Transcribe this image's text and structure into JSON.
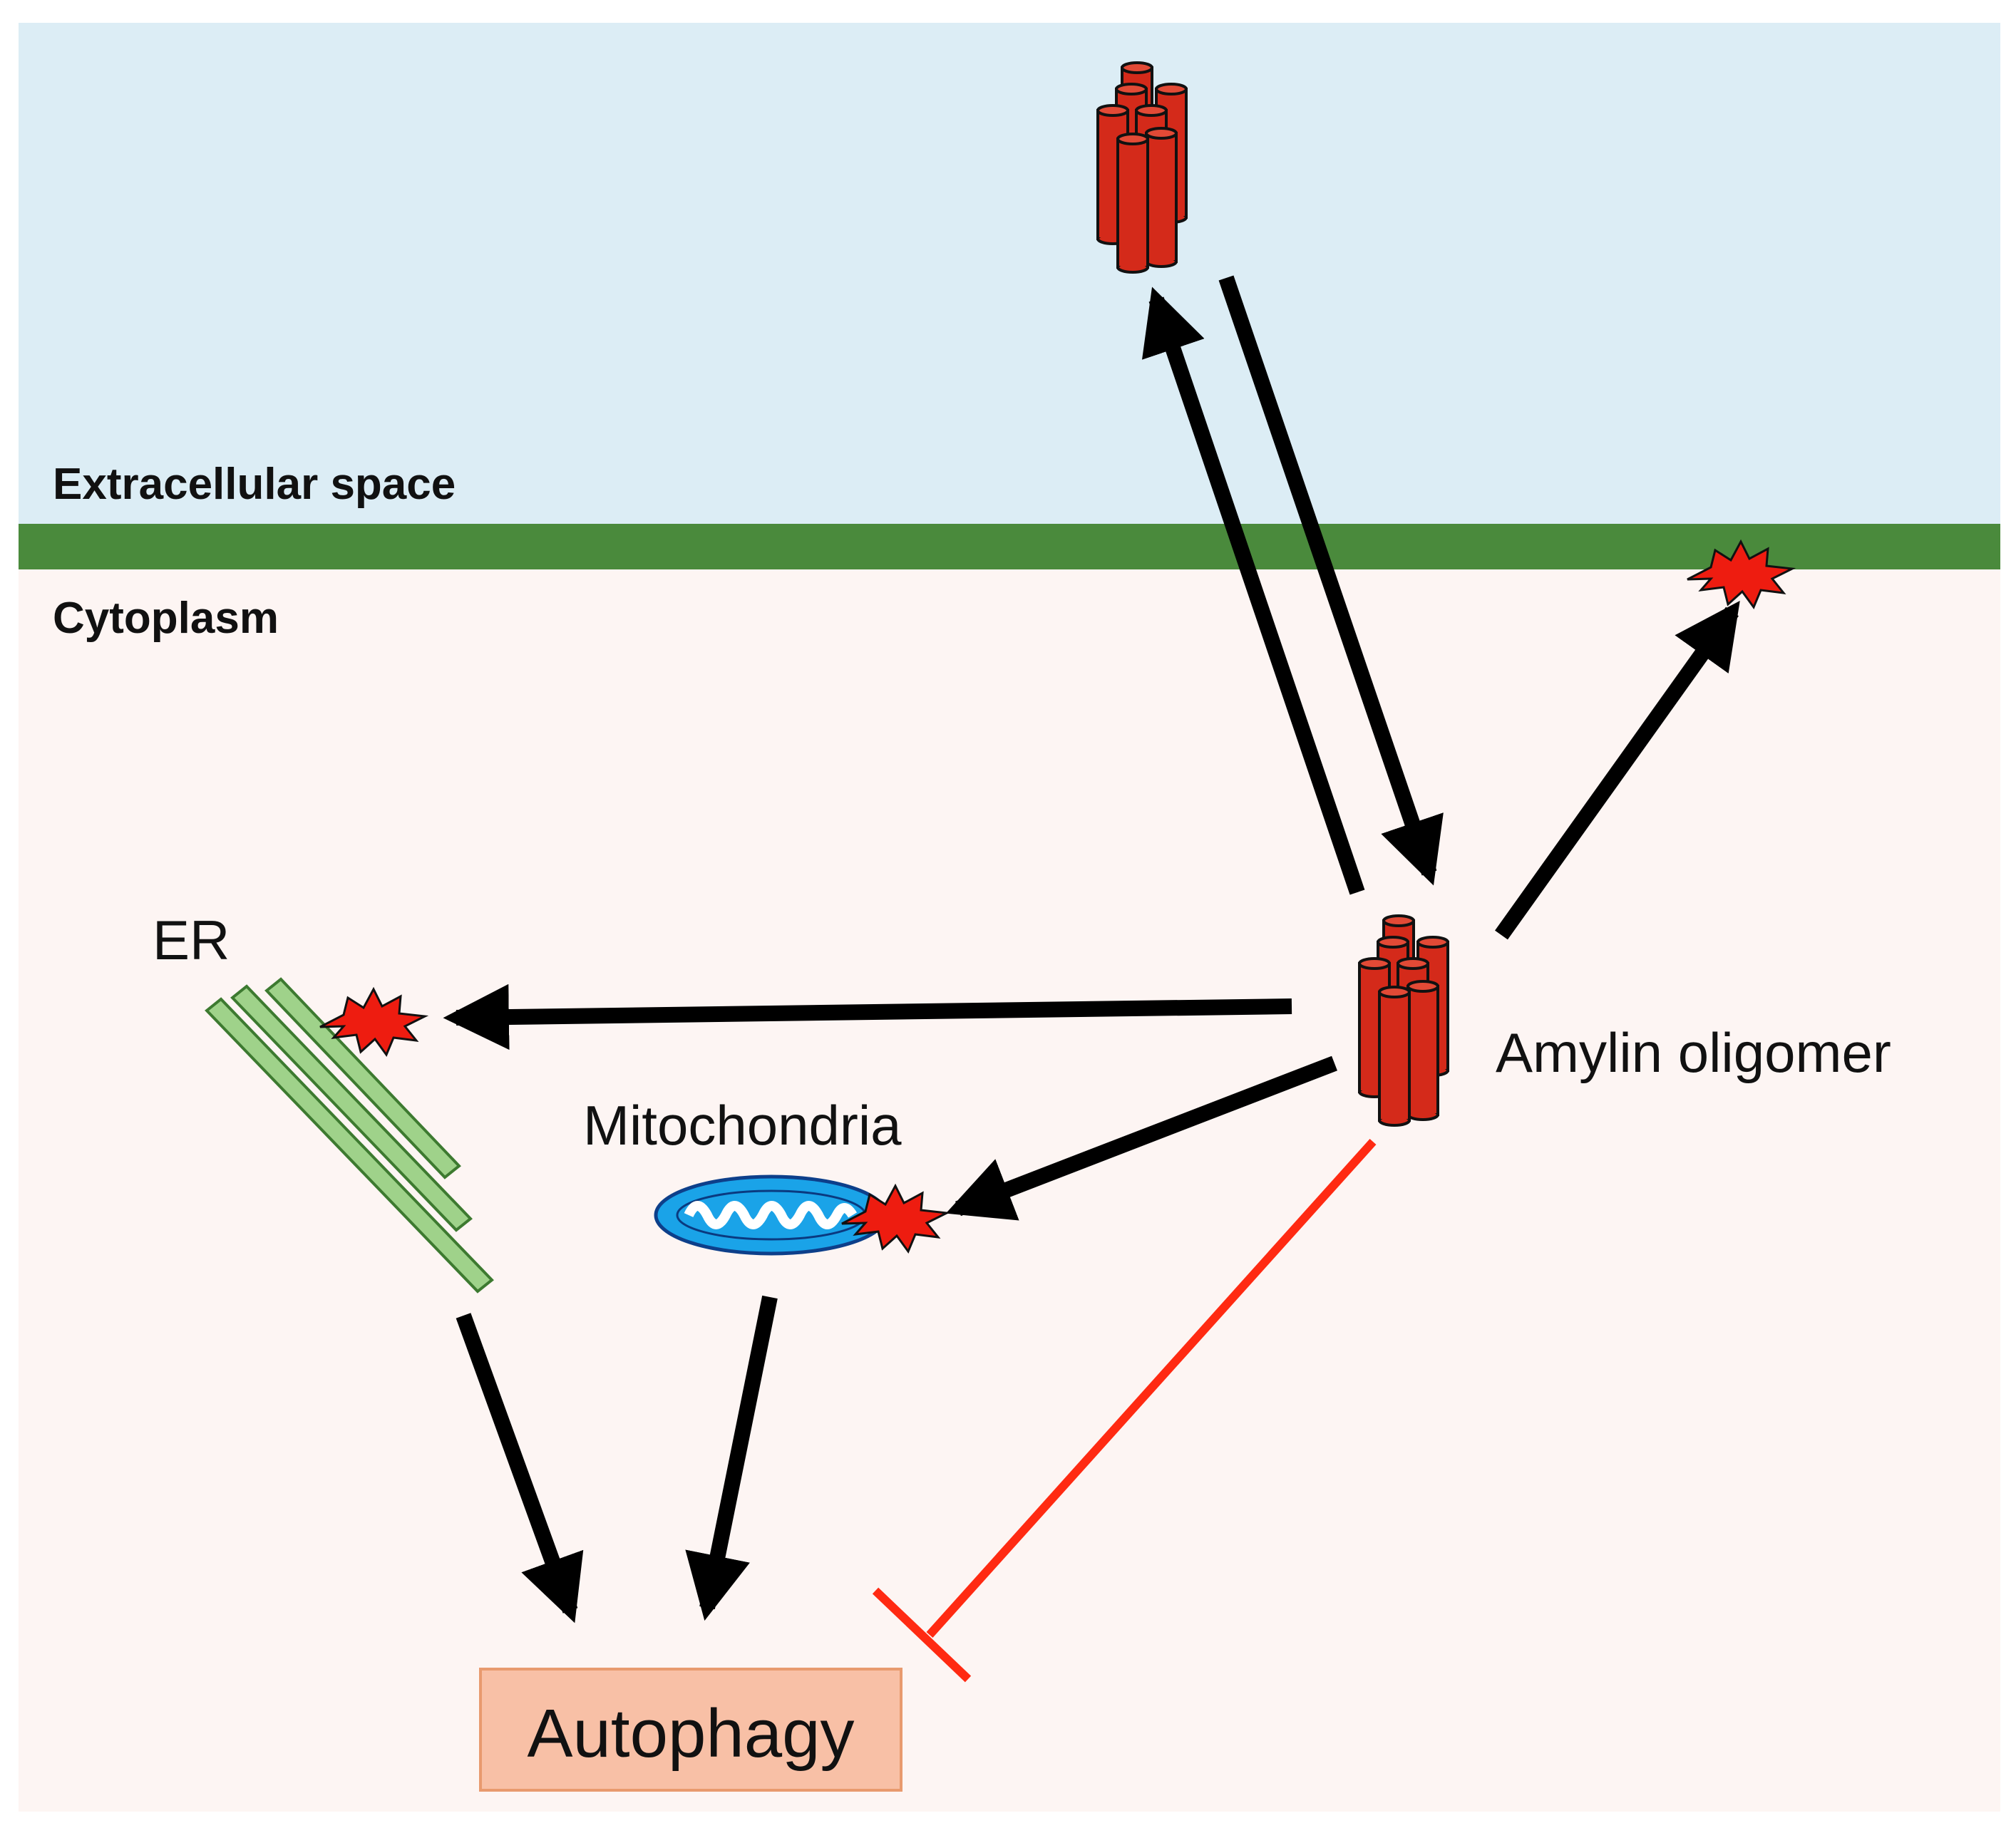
{
  "regions": {
    "extracellular_label": "Extracellular space",
    "cytoplasm_label": "Cytoplasm"
  },
  "nodes": {
    "amylin_label": "Amylin oligomer",
    "er_label": "ER",
    "mitochondria_label": "Mitochondria",
    "autophagy_label": "Autophagy"
  },
  "colors": {
    "extracellular_bg": "#dcedf5",
    "membrane": "#4a8a3c",
    "cytoplasm_bg": "#fdf5f3",
    "oligomer": "#d42a1a",
    "er": "#9fd28a",
    "mitochondria": "#1aa3e8",
    "damage_burst": "#ee1c10",
    "autophagy_box": "#f8c0a6",
    "inhibition": "#ff2a12",
    "arrow": "#000000"
  },
  "icons": [
    "amylin-oligomer-icon",
    "damage-burst-icon",
    "er-icon",
    "mitochondrion-icon"
  ]
}
